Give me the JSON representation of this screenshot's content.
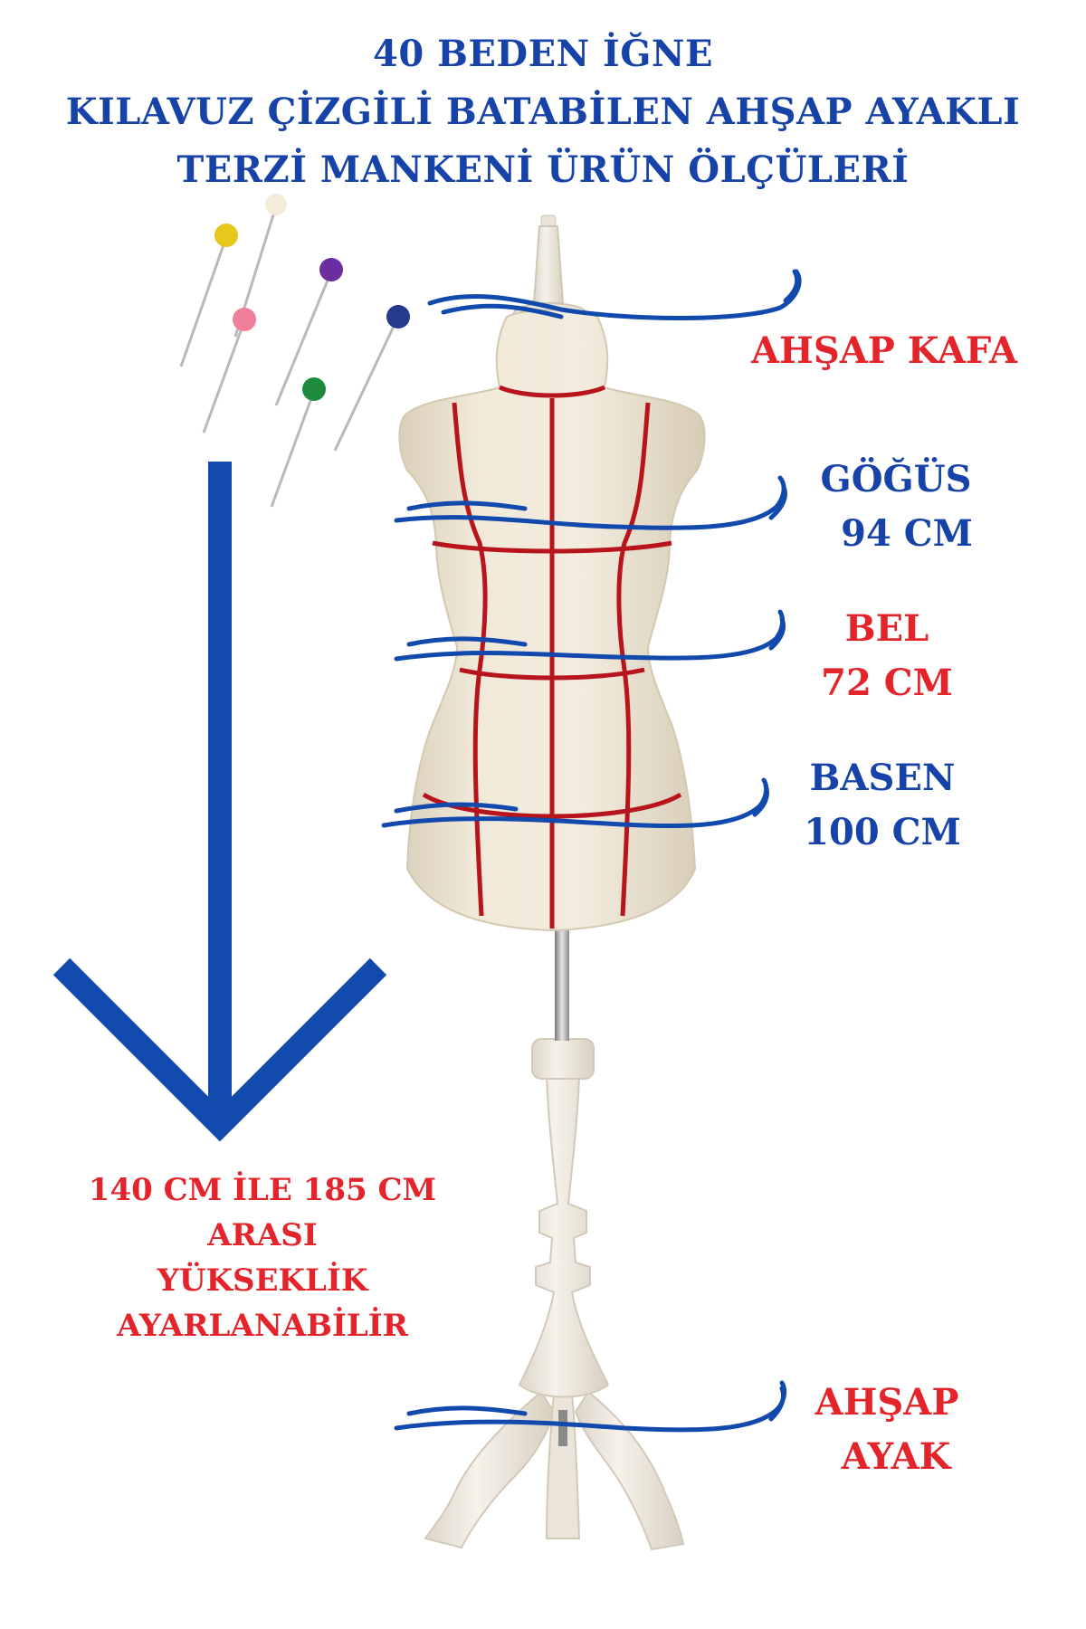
{
  "title": {
    "line1": "40 BEDEN İĞNE",
    "line2": "KILAVUZ ÇİZGİLİ BATABİLEN AHŞAP AYAKLI",
    "line3": "TERZİ MANKENİ ÜRÜN ÖLÇÜLERİ"
  },
  "labels": {
    "head": "AHŞAP KAFA",
    "chest_name": "GÖĞÜS",
    "chest_value": "94 CM",
    "waist_name": "BEL",
    "waist_value": "72 CM",
    "hip_name": "BASEN",
    "hip_value": "100 CM",
    "foot_line1": "AHŞAP",
    "foot_line2": "AYAK"
  },
  "height_note": {
    "line1": "140 CM İLE 185 CM ARASI",
    "line2": "YÜKSEKLİK",
    "line3": "AYARLANABİLİR"
  },
  "colors": {
    "title_blue": "#1743a8",
    "accent_red": "#e3252b",
    "fabric": "#efe7d6",
    "guide_line": "#b8141c",
    "wood": "#f2ede3"
  },
  "icons": [
    "sewing-pin-icon",
    "down-arrow-icon",
    "swoosh-pointer-icon"
  ]
}
